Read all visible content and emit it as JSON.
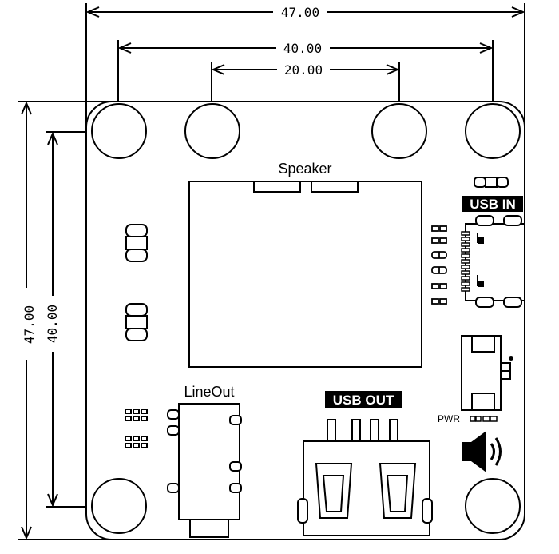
{
  "dimensions": {
    "width_outer": "47.00",
    "width_holes_outer": "40.00",
    "width_holes_inner": "20.00",
    "height_outer": "47.00",
    "height_holes": "40.00"
  },
  "labels": {
    "speaker": "Speaker",
    "usb_in": "USB IN",
    "usb_out": "USB OUT",
    "lineout": "LineOut",
    "pwr": "PWR"
  },
  "icons": {
    "speaker_symbol": "speaker-volume-icon"
  }
}
